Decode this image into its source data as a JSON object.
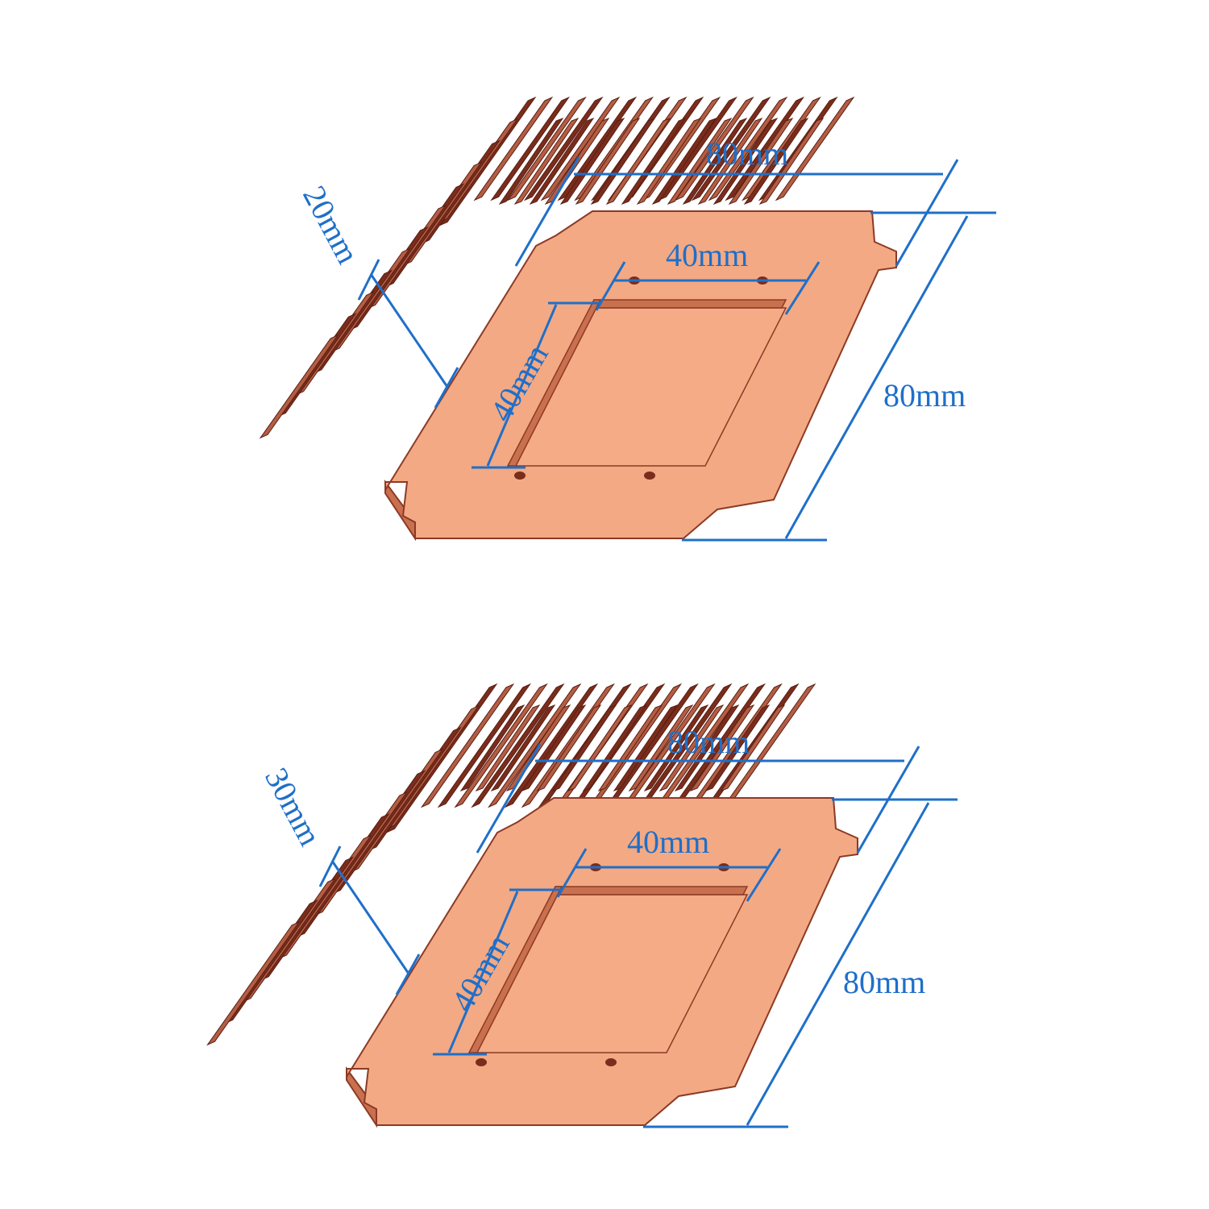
{
  "colors": {
    "plate": "#f3a983",
    "plate_edge": "#8c3a26",
    "plate_side": "#c9704f",
    "pad": "#f5ab85",
    "fin_front": "#b35e44",
    "fin_side": "#7a2d1c",
    "fin_outline": "#5a1e12",
    "dimension": "#1f6fc9"
  },
  "heatsinks": [
    {
      "fin_height_label": "20mm",
      "top_length_label": "80mm",
      "side_length_label": "80mm",
      "pad_width_label": "40mm",
      "pad_height_label": "40mm"
    },
    {
      "fin_height_label": "30mm",
      "top_length_label": "80mm",
      "side_length_label": "80mm",
      "pad_width_label": "40mm",
      "pad_height_label": "40mm"
    }
  ]
}
